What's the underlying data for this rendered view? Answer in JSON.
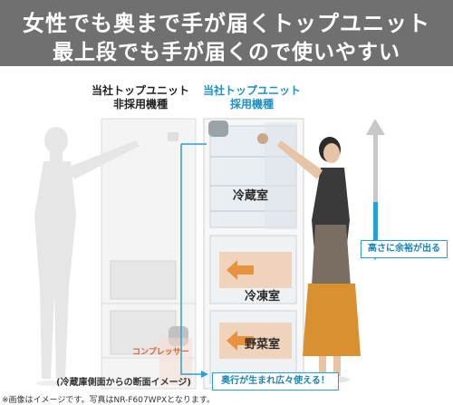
{
  "header": {
    "line1": "女性でも奥まで手が届くトップユニット",
    "line2": "最上段でも手が届くので使いやすい"
  },
  "labels": {
    "left_line1": "当社トップユニット",
    "left_line2": "非採用機種",
    "right_line1": "当社トップユニット",
    "right_line2": "採用機種"
  },
  "compartments": {
    "fridge": "冷蔵室",
    "freezer": "冷凍室",
    "vegetable": "野菜室"
  },
  "callouts": {
    "height": "高さに余裕が出る",
    "depth": "奥行が生まれ広々使える！"
  },
  "compressor_label": "コンプレッサー",
  "caption": "(冷蔵庫側面からの断面イメージ)",
  "footnote": "※画像はイメージです。写真はNR-F607WPXとなります。",
  "colors": {
    "header_bg": "#707070",
    "accent_blue": "#2a9fd6",
    "compressor_orange": "#e0622a",
    "drawer_orange": "#f2b98a"
  }
}
